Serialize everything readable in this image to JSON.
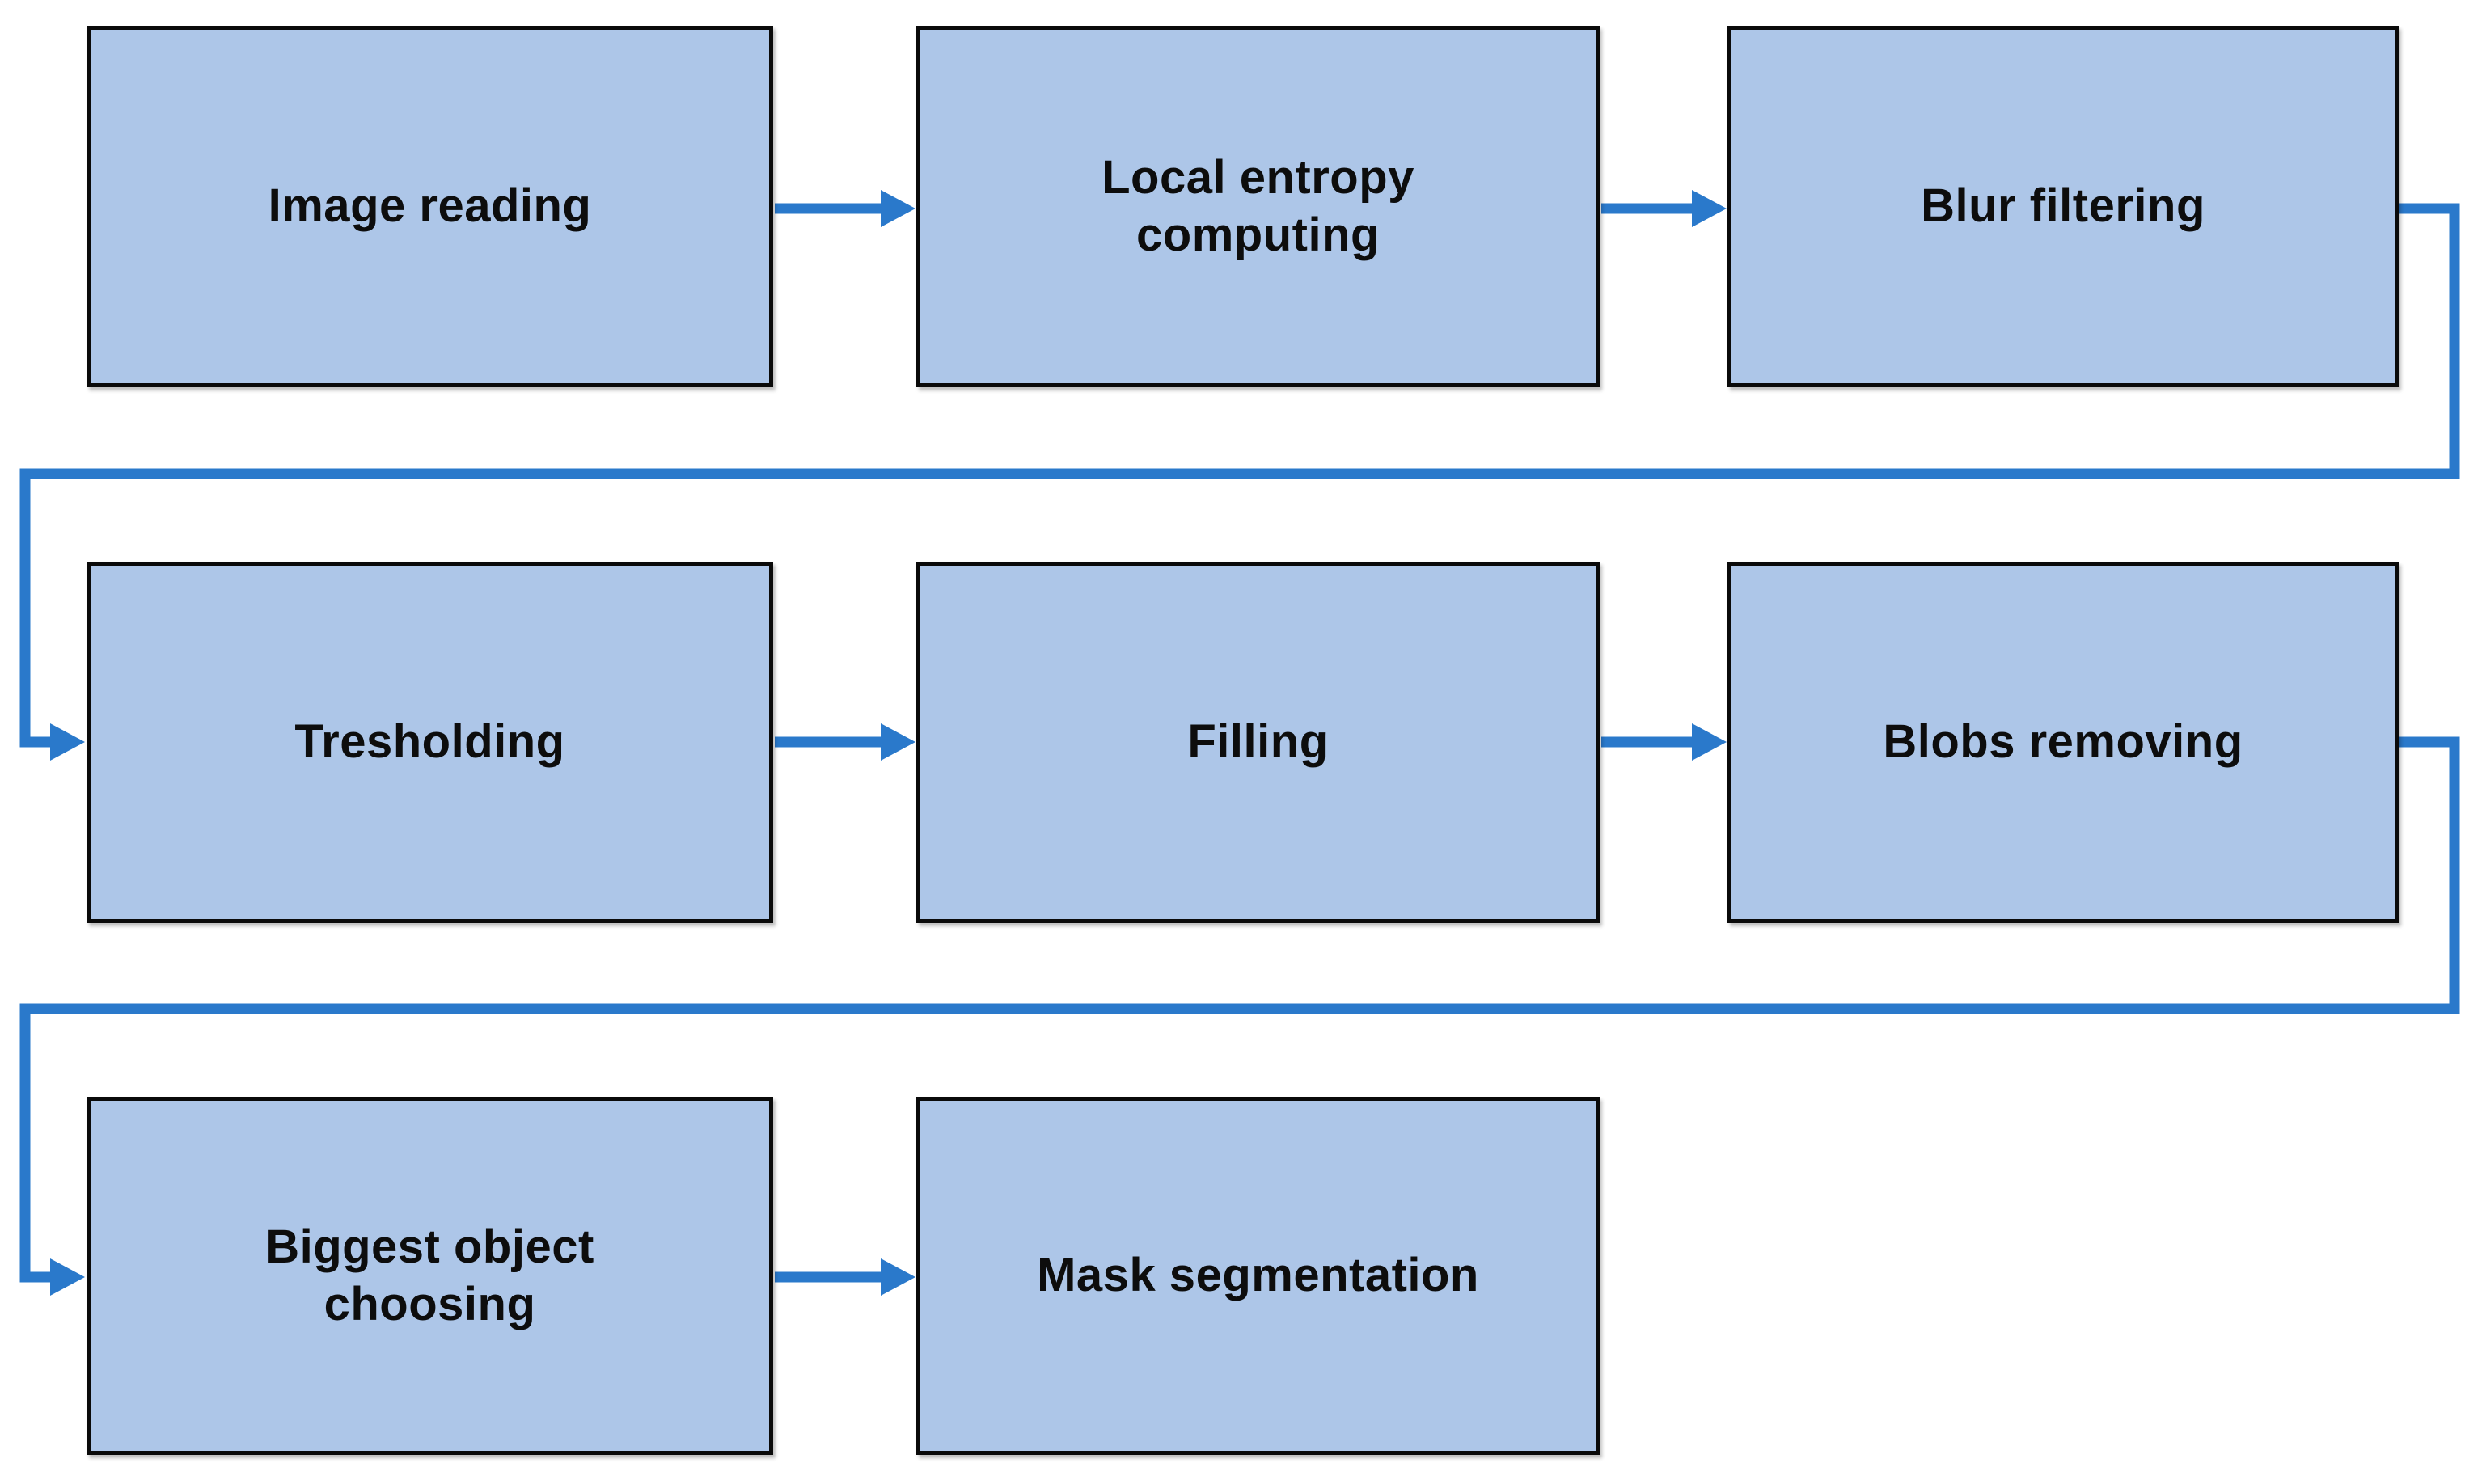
{
  "diagram": {
    "type": "flowchart",
    "colors": {
      "background": "#ffffff",
      "node_fill": "#adc6e8",
      "node_border": "#0a0a0a",
      "connector": "#2a79cb",
      "label": "#0d0d0d"
    },
    "nodes": [
      {
        "id": "image-reading",
        "label": "Image reading"
      },
      {
        "id": "local-entropy-computing",
        "label": "Local entropy computing"
      },
      {
        "id": "blur-filtering",
        "label": "Blur filtering"
      },
      {
        "id": "tresholding",
        "label": "Tresholding"
      },
      {
        "id": "filling",
        "label": "Filling"
      },
      {
        "id": "blobs-removing",
        "label": "Blobs removing"
      },
      {
        "id": "biggest-object-choosing",
        "label": "Biggest object choosing"
      },
      {
        "id": "mask-segmentation",
        "label": "Mask segmentation"
      }
    ],
    "edges": [
      {
        "from": "image-reading",
        "to": "local-entropy-computing"
      },
      {
        "from": "local-entropy-computing",
        "to": "blur-filtering"
      },
      {
        "from": "blur-filtering",
        "to": "tresholding"
      },
      {
        "from": "tresholding",
        "to": "filling"
      },
      {
        "from": "filling",
        "to": "blobs-removing"
      },
      {
        "from": "blobs-removing",
        "to": "biggest-object-choosing"
      },
      {
        "from": "biggest-object-choosing",
        "to": "mask-segmentation"
      }
    ]
  }
}
